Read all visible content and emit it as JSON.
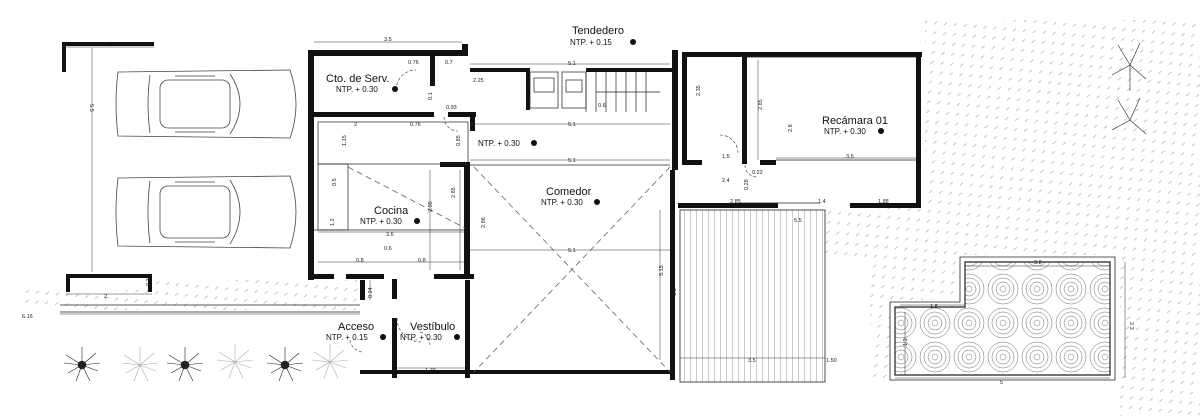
{
  "rooms": {
    "tendedero": "Tendedero",
    "cto_serv": "Cto. de Serv.",
    "recamara": "Recámara 01",
    "cocina": "Cocina",
    "comedor": "Comedor",
    "acceso": "Acceso",
    "vestibulo": "Vestíbulo"
  },
  "levels": {
    "tendedero": "NTP. + 0.15",
    "cto_serv": "NTP. + 0.30",
    "pasillo": "NTP. + 0.30",
    "recamara": "NTP. + 0.30",
    "cocina": "NTP. + 0.30",
    "comedor": "NTP. + 0.30",
    "acceso": "NTP. + 0.15",
    "vestibulo": "NTP. + 0.30"
  },
  "dimensions": {
    "garage_top": "2",
    "garage_bottom": "2",
    "garage_side": "5.5",
    "garage_small": "0.3",
    "frente": "6.16",
    "upper_width": "3.5",
    "d_076a": "0.76",
    "d_07": "0.7",
    "d_51a": "5.1",
    "d_225": "2.25",
    "d_06": "0.6",
    "d_093": "0.93",
    "d_01": "0.1",
    "d_2a": "2",
    "d_076b": "0.76",
    "d_51b": "5.1",
    "d_51c": "5.1",
    "d_51d": "5.1",
    "d_115": "1.15",
    "d_085": "0.85",
    "d_12": "1.2",
    "d_36": "3.6",
    "d_05": "0.5",
    "d_08a": "0.8",
    "d_06b": "0.6",
    "d_08b": "0.8",
    "d_290": "2.90",
    "d_285a": "2.85",
    "d_285b": "2.85",
    "d_286": "2.86",
    "d_515": "5.15",
    "d_11": "1.1",
    "d_024": "0.24",
    "d_179": "1.79",
    "d_235": "2.35",
    "d_285c": "2.85",
    "d_15": "1.5",
    "d_24": "2.4",
    "d_022": "0.22",
    "d_028": "0.28",
    "d_285d": "2.85",
    "d_14": "1.4",
    "d_188": "1.88",
    "d_55": "5.5",
    "d_35a": "3.5",
    "d_28": "2.8",
    "d_35b": "3.5",
    "d_150": "1.50",
    "d_32": "3.2",
    "d_18": "1.8",
    "d_23": "2.3",
    "d_13": "1.3",
    "d_5": "5"
  }
}
